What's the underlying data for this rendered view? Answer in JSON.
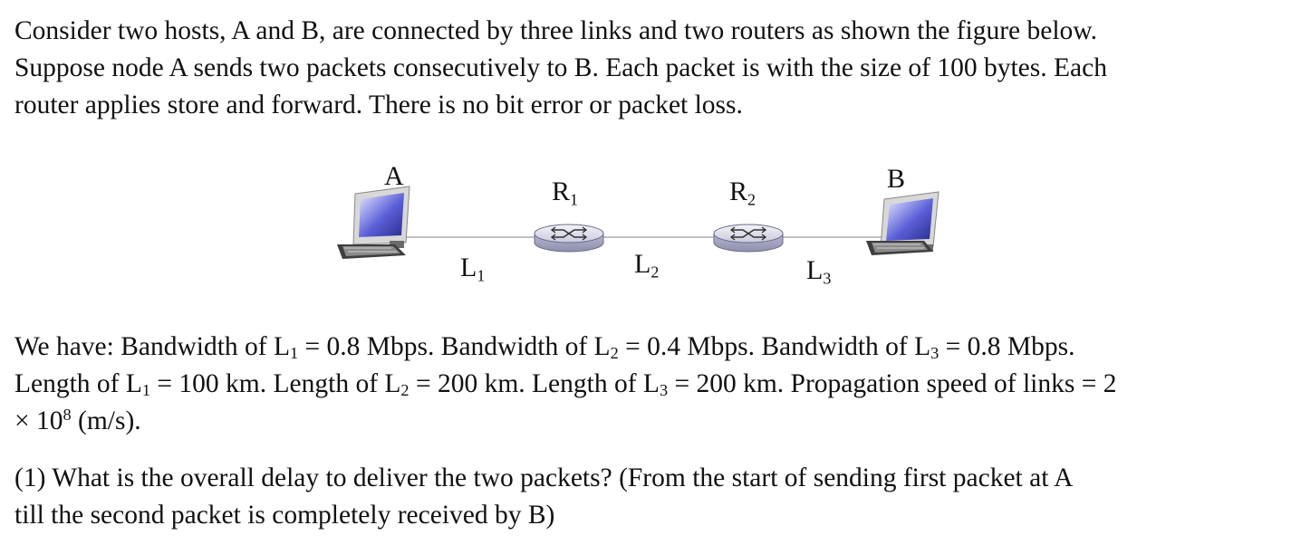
{
  "intro": {
    "line1": "Consider two hosts, A and B, are connected by three links and two routers as shown the figure below.",
    "line2": "Suppose node A sends two packets consecutively to B. Each packet is with the size of 100 bytes. Each",
    "line3": "router applies store and forward. There is no bit error or packet loss."
  },
  "figure": {
    "host_a": "A",
    "host_b": "B",
    "router1": {
      "base": "R",
      "sub": "1"
    },
    "router2": {
      "base": "R",
      "sub": "2"
    },
    "link1": {
      "base": "L",
      "sub": "1"
    },
    "link2": {
      "base": "L",
      "sub": "2"
    },
    "link3": {
      "base": "L",
      "sub": "3"
    }
  },
  "givens": {
    "l1_pre": "We have: Bandwidth of L",
    "l1_s1": "1",
    "l1_mid1": " = 0.8 Mbps. Bandwidth of L",
    "l1_s2": "2",
    "l1_mid2": " = 0.4 Mbps. Bandwidth of L",
    "l1_s3": "3",
    "l1_post": " = 0.8 Mbps.",
    "l2_pre": "Length of L",
    "l2_s1": "1",
    "l2_mid1": " = 100 km. Length of L",
    "l2_s2": "2",
    "l2_mid2": " = 200 km. Length of L",
    "l2_s3": "3",
    "l2_post": " = 200 km. Propagation speed of links = 2",
    "l3_pre": "× 10",
    "l3_sup": "8",
    "l3_post": " (m/s)."
  },
  "question": {
    "line1": "(1) What is the overall delay to deliver the two packets? (From the start of sending first packet at A",
    "line2": "till the second packet is completely received by B)"
  }
}
